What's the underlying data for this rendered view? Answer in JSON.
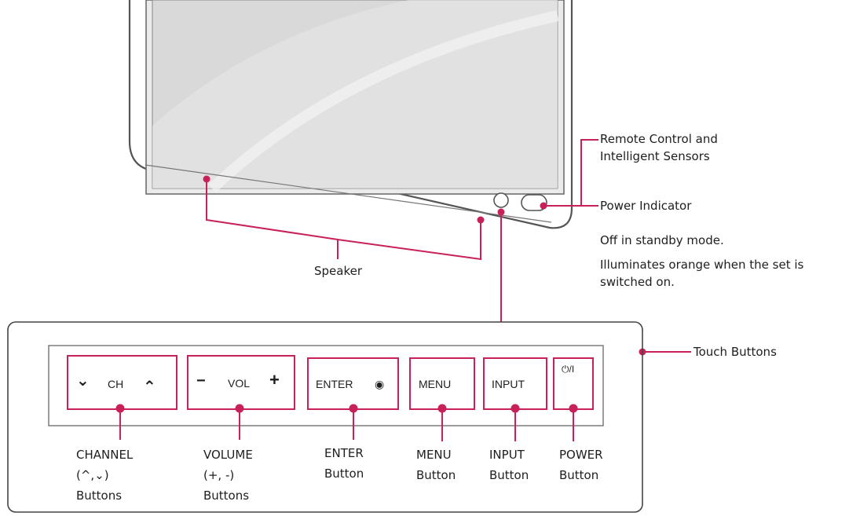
{
  "colors": {
    "accent": "#c8205a",
    "outline": "#555555",
    "screen": "#e9e9e9"
  },
  "labels": {
    "remote_sensor": [
      "Remote Control and",
      "Intelligent Sensors"
    ],
    "power_indicator": "Power Indicator",
    "power_note_1": "Off in standby mode.",
    "power_note_2": [
      "Illuminates orange when the set is",
      "switched on."
    ],
    "speaker": "Speaker",
    "touch_buttons": "Touch Buttons"
  },
  "buttons": {
    "channel": {
      "face_label": "CH",
      "glyph_down": "⌄",
      "glyph_up": "⌃",
      "caption": [
        "CHANNEL",
        "(^,⌄)",
        "Buttons"
      ]
    },
    "volume": {
      "face_label": "VOL",
      "glyph_minus": "−",
      "glyph_plus": "+",
      "caption": [
        "VOLUME",
        "(+, -)",
        "Buttons"
      ]
    },
    "enter": {
      "face_label": "ENTER",
      "glyph": "◉",
      "caption": [
        "ENTER",
        "Button"
      ]
    },
    "menu": {
      "face_label": "MENU",
      "caption": [
        "MENU",
        "Button"
      ]
    },
    "input": {
      "face_label": "INPUT",
      "caption": [
        "INPUT",
        "Button"
      ]
    },
    "power": {
      "face_label": "⏻/I",
      "caption": [
        "POWER",
        "Button"
      ]
    }
  }
}
